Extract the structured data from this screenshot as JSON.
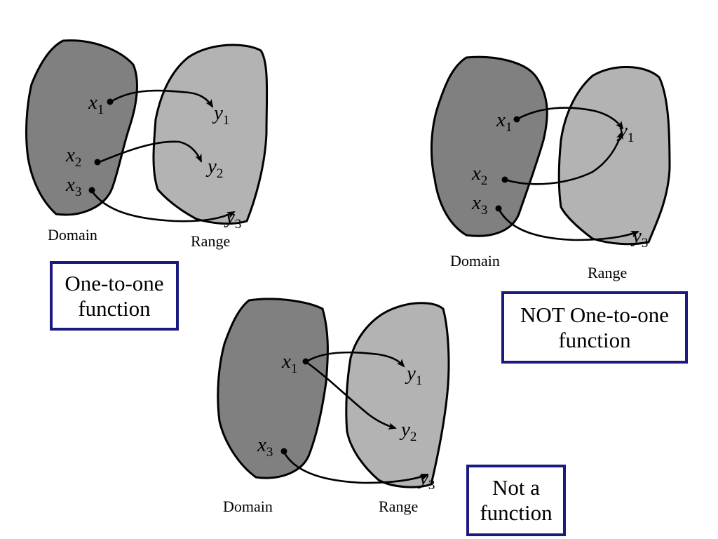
{
  "diagrams": [
    {
      "caption": "One-to-one function",
      "domain_label": "Domain",
      "range_label": "Range",
      "domain_elements": [
        "x1",
        "x2",
        "x3"
      ],
      "range_elements": [
        "y1",
        "y2",
        "y3"
      ],
      "mappings": [
        [
          "x1",
          "y1"
        ],
        [
          "x2",
          "y2"
        ],
        [
          "x3",
          "y3"
        ]
      ]
    },
    {
      "caption": "NOT One-to-one function",
      "domain_label": "Domain",
      "range_label": "Range",
      "domain_elements": [
        "x1",
        "x2",
        "x3"
      ],
      "range_elements": [
        "y1",
        "y3"
      ],
      "mappings": [
        [
          "x1",
          "y1"
        ],
        [
          "x2",
          "y1"
        ],
        [
          "x3",
          "y3"
        ]
      ]
    },
    {
      "caption": "Not a function",
      "domain_label": "Domain",
      "range_label": "Range",
      "domain_elements": [
        "x1",
        "x3"
      ],
      "range_elements": [
        "y1",
        "y2",
        "y3"
      ],
      "mappings": [
        [
          "x1",
          "y1"
        ],
        [
          "x1",
          "y2"
        ],
        [
          "x3",
          "y3"
        ]
      ]
    }
  ],
  "captions": {
    "one_to_one_line1": "One-to-one",
    "one_to_one_line2": "function",
    "not_one_to_one_line1": "NOT One-to-one",
    "not_one_to_one_line2": "function",
    "not_function_line1": "Not a",
    "not_function_line2": "function"
  },
  "labels": {
    "domain": "Domain",
    "range": "Range"
  },
  "vars": {
    "x": "x",
    "y": "y",
    "s1": "1",
    "s2": "2",
    "s3": "3"
  },
  "colors": {
    "domain_fill": "#808080",
    "range_fill": "#b3b3b3",
    "box_border": "#1a1a80"
  }
}
